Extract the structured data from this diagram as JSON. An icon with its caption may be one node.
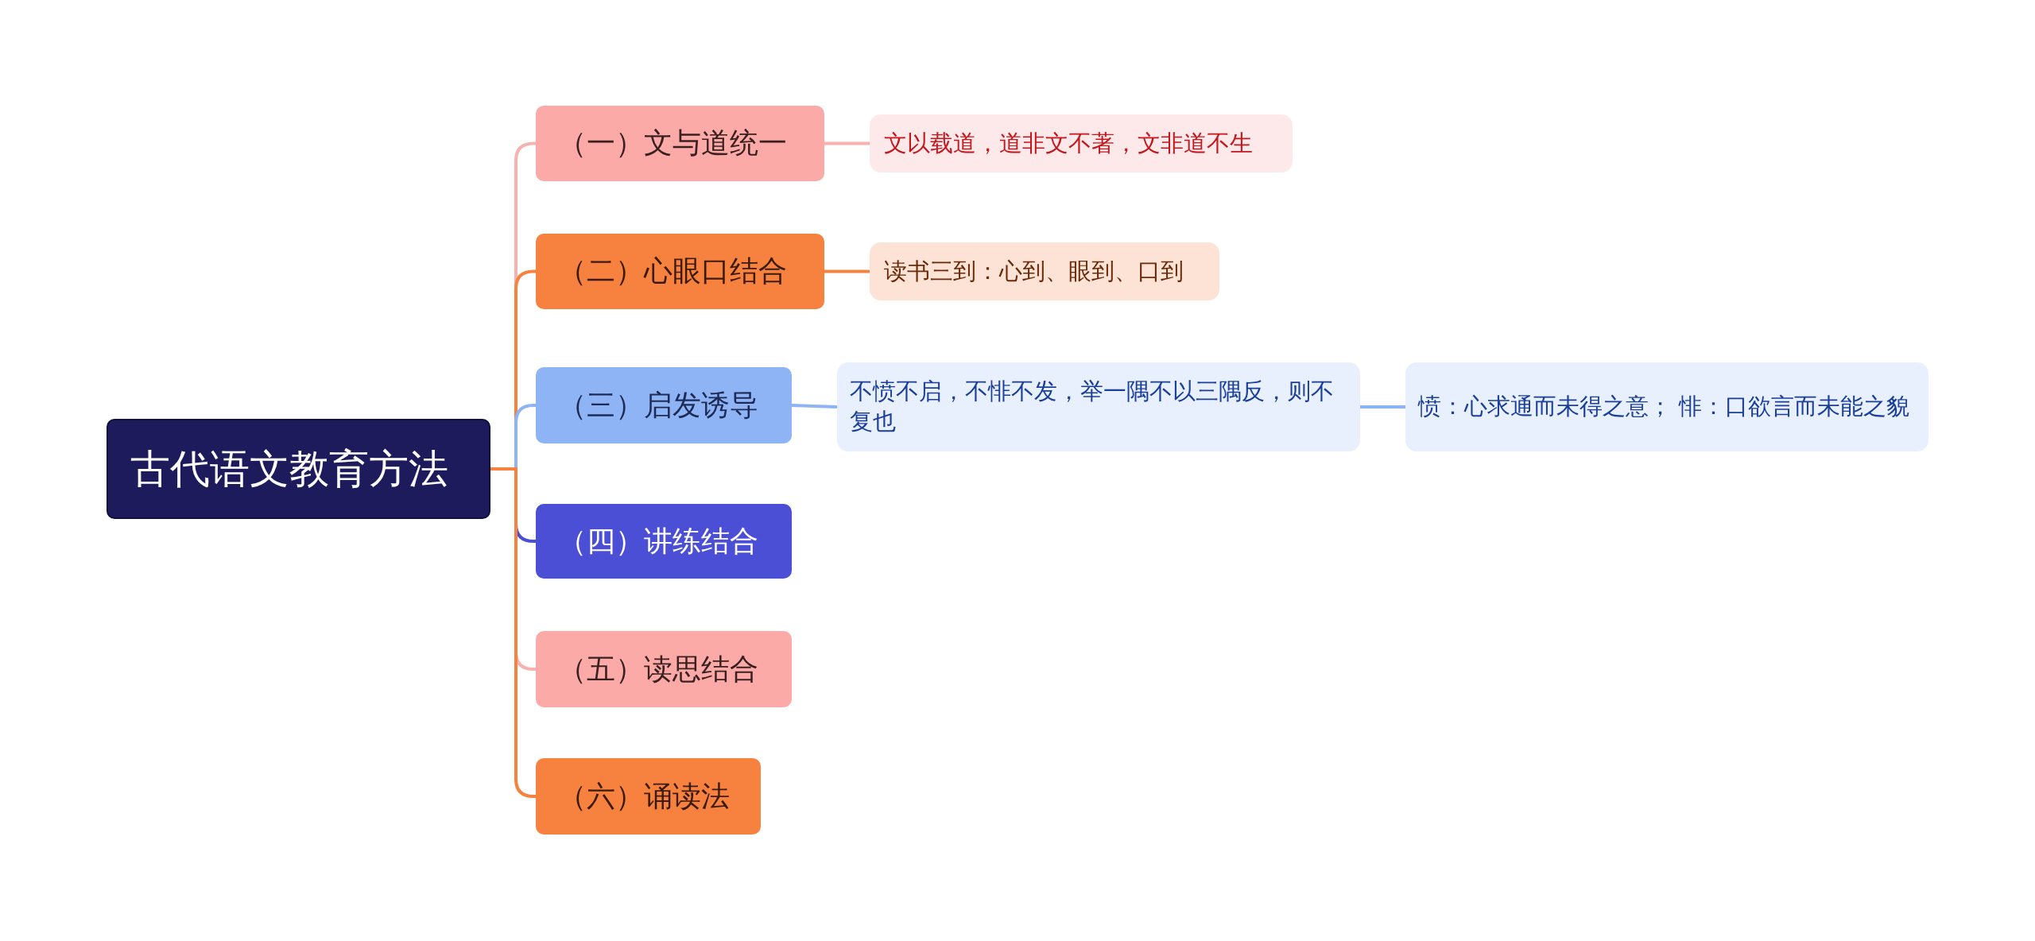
{
  "diagram": {
    "nodes": [
      {
        "text": [
          "古代语文教育方法"
        ]
      },
      {
        "text": [
          "（一）文与道统一"
        ]
      },
      {
        "text": [
          "文以载道，道非文不著，文非道不生"
        ]
      },
      {
        "text": [
          "（二）心眼口结合"
        ]
      },
      {
        "text": [
          "读书三到：心到、眼到、口到"
        ]
      },
      {
        "text": [
          "（三）启发诱导"
        ]
      },
      {
        "text": [
          "不愤不启，不悱不发，举一隅不以三隅反，则不复也"
        ]
      },
      {
        "text": [
          "愤：心求通而未得之意； 悱：口欲言而未能之貌"
        ]
      },
      {
        "text": [
          "（四）讲练结合"
        ]
      },
      {
        "text": [
          "（五）读思结合"
        ]
      },
      {
        "text": [
          "（六）诵读法"
        ]
      }
    ],
    "edges": [
      {
        "from": 0,
        "to": 1,
        "arrow": "none",
        "color": "#f7b1ae"
      },
      {
        "from": 1,
        "to": 2,
        "arrow": "none",
        "color": "#f7b1ae"
      },
      {
        "from": 0,
        "to": 3,
        "arrow": "none",
        "color": "#f7813e"
      },
      {
        "from": 3,
        "to": 4,
        "arrow": "none",
        "color": "#f7813e"
      },
      {
        "from": 0,
        "to": 5,
        "arrow": "none",
        "color": "#8fb4f5"
      },
      {
        "from": 5,
        "to": 6,
        "arrow": "none",
        "color": "#8fb4f5"
      },
      {
        "from": 6,
        "to": 7,
        "arrow": "none",
        "color": "#8fb4f5"
      },
      {
        "from": 0,
        "to": 8,
        "arrow": "none",
        "color": "#4b4fd6"
      },
      {
        "from": 0,
        "to": 9,
        "arrow": "none",
        "color": "#f7b1ae"
      },
      {
        "from": 0,
        "to": 10,
        "arrow": "none",
        "color": "#f7813e"
      }
    ]
  }
}
